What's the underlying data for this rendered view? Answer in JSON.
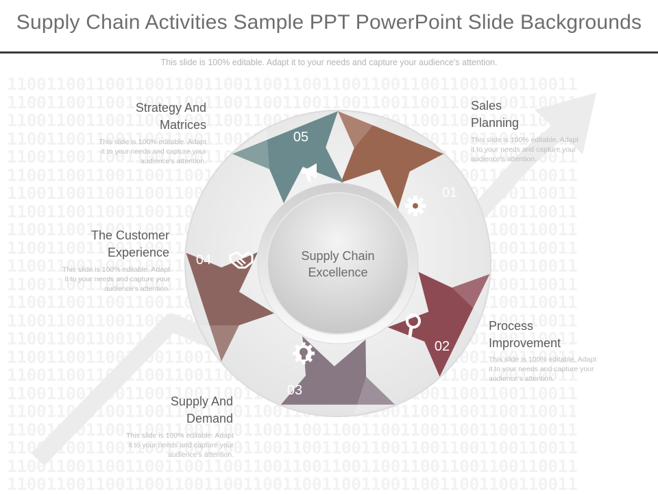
{
  "header": {
    "title": "Supply Chain Activities Sample PPT PowerPoint Slide Backgrounds",
    "subtitle": "This slide is 100% editable. Adapt it to your needs and capture your audience's attention."
  },
  "background": {
    "binary_text": "1100110011001100110011001100110011001100110011001100110011"
  },
  "center": {
    "line1": "Supply Chain",
    "line2": "Excellence"
  },
  "segments": [
    {
      "number": "01",
      "icon": "gear-icon",
      "color": "#9b6650",
      "title_line1": "Sales",
      "title_line2": "Planning",
      "desc": [
        "This slide is 100% editable. Adapt",
        "it to your needs and capture your",
        "audience's attention."
      ]
    },
    {
      "number": "02",
      "icon": "magnifier-icon",
      "color": "#8e4a53",
      "title_line1": "Process",
      "title_line2": "Improvement",
      "desc": [
        "This slide is 100% editable. Adapt",
        "it to your needs and capture your",
        "audience's attention."
      ]
    },
    {
      "number": "03",
      "icon": "lightbulb-gear-icon",
      "color": "#887884",
      "title_line1": "Supply And",
      "title_line2": "Demand",
      "desc": [
        "This slide is 100% editable. Adapt",
        "it to your needs and capture your",
        "audience's attention."
      ]
    },
    {
      "number": "04",
      "icon": "handshake-icon",
      "color": "#8d6560",
      "title_line1": "The Customer",
      "title_line2": "Experience",
      "desc": [
        "This slide is 100% editable. Adapt",
        "it to your needs and capture your",
        "audience's attention."
      ]
    },
    {
      "number": "05",
      "icon": "megaphone-icon",
      "color": "#6b8a8d",
      "title_line1": "Strategy And",
      "title_line2": "Matrices",
      "desc": [
        "This slide is 100% editable. Adapt",
        "it to your needs and capture your",
        "audience's attention."
      ]
    }
  ]
}
